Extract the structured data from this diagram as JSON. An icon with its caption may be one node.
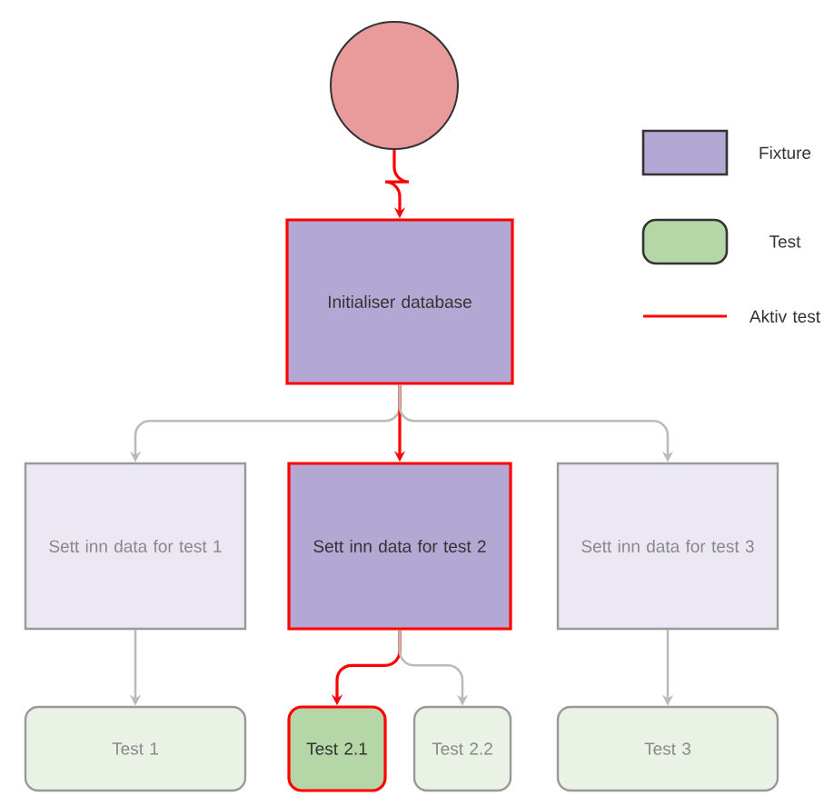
{
  "diagram": {
    "nodes": [
      {
        "text": [],
        "shape": "circle"
      },
      {
        "text": [
          "Initialiser database"
        ]
      },
      {
        "text": [
          "Sett inn data for test 1"
        ]
      },
      {
        "text": [
          "Sett inn data for test 2"
        ]
      },
      {
        "text": [
          "Sett inn data for test 3"
        ]
      },
      {
        "text": [
          "Test 1"
        ]
      },
      {
        "text": [
          "Test 2.1"
        ]
      },
      {
        "text": [
          "Test 2.2"
        ]
      },
      {
        "text": [
          "Test 3"
        ]
      }
    ],
    "edges": [
      {
        "from": 0,
        "to": 1,
        "arrow": "to",
        "color": "#ff0000"
      },
      {
        "from": 1,
        "to": 2,
        "arrow": "to"
      },
      {
        "from": 1,
        "to": 3,
        "arrow": "to",
        "color": "#ff0000"
      },
      {
        "from": 1,
        "to": 4,
        "arrow": "to"
      },
      {
        "from": 2,
        "to": 5,
        "arrow": "to"
      },
      {
        "from": 3,
        "to": 6,
        "arrow": "to",
        "color": "#ff0000"
      },
      {
        "from": 3,
        "to": 7,
        "arrow": "to"
      },
      {
        "from": 4,
        "to": 8,
        "arrow": "to"
      }
    ],
    "legend": [
      {
        "text": "Fixture",
        "color": "#b3a7d4"
      },
      {
        "text": "Test",
        "color": "#b5d7a8"
      },
      {
        "text": "Aktiv test"
      }
    ]
  }
}
